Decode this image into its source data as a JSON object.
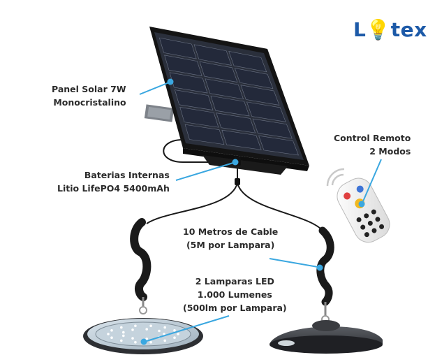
{
  "brand": {
    "name_prefix": "L",
    "name_suffix": "tex"
  },
  "callouts": {
    "panel": {
      "line1": "Panel Solar 7W",
      "line2": "Monocristalino"
    },
    "battery": {
      "line1": "Baterias Internas",
      "line2": "Litio LifePO4 5400mAh"
    },
    "remote": {
      "line1": "Control Remoto",
      "line2": "2 Modos"
    },
    "cable": {
      "line1": "10 Metros de Cable",
      "line2": "(5M por Lampara)"
    },
    "lamps": {
      "line1": "2 Lamparas LED",
      "line2": "1.000 Lumenes",
      "line3": "(500lm por Lampara)"
    }
  },
  "colors": {
    "brand_blue": "#1d5aa8",
    "callout_blue": "#3aa7e0",
    "panel_frame": "#1b1b1b",
    "panel_cell": "#23293a",
    "text": "#2b2b2b"
  },
  "icons": [
    "lightbulb-icon",
    "signal-waves-icon"
  ]
}
